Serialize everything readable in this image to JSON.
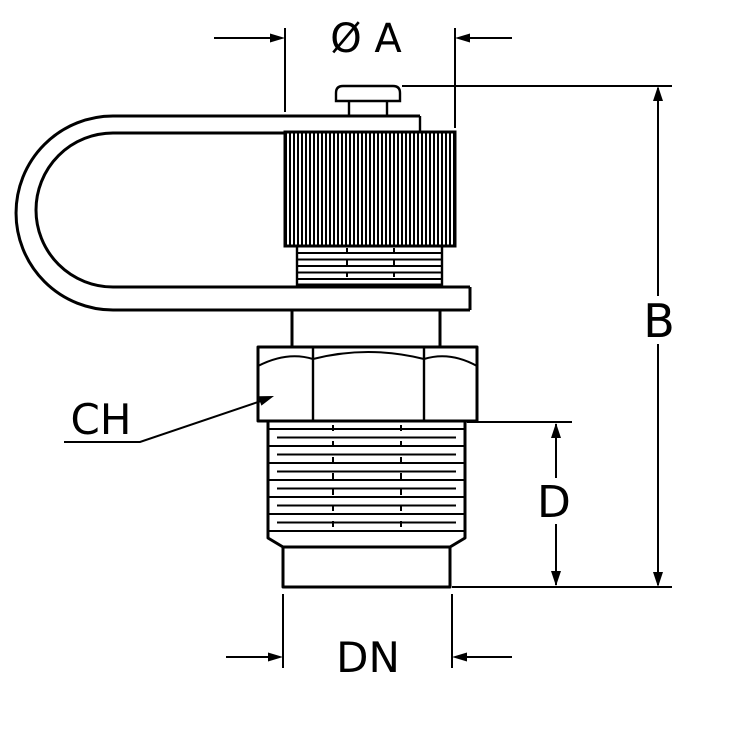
{
  "drawing": {
    "type": "technical-dimension-drawing",
    "subject": "drain-valve-fitting-with-knurled-knob-and-retaining-clip",
    "labels": {
      "diameter_a": "Ø A",
      "overall_height": "B",
      "wrench_size": "CH",
      "thread_length": "D",
      "nominal_diameter": "DN"
    },
    "colors": {
      "line": "#000000",
      "background": "#ffffff"
    }
  }
}
